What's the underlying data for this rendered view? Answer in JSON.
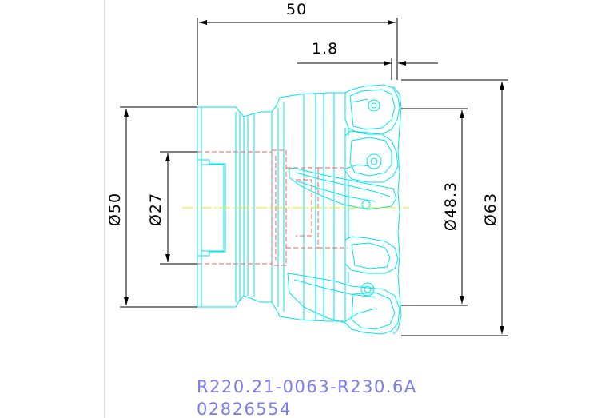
{
  "dimensions": {
    "overall_length": "50",
    "offset": "1.8",
    "shank_diameter": "Ø50",
    "bore_diameter": "Ø27",
    "insert_seat_diameter": "Ø48.3",
    "cutting_diameter": "Ø63"
  },
  "labels": {
    "model_code": "R220.21-0063-R230.6A",
    "part_number": "02826554"
  },
  "colors": {
    "outline": "#00e5ee",
    "hidden_lines": "#ff5a5a",
    "centerline": "#e8e800",
    "dimension": "#000000",
    "caption": "#7b7bf0"
  }
}
